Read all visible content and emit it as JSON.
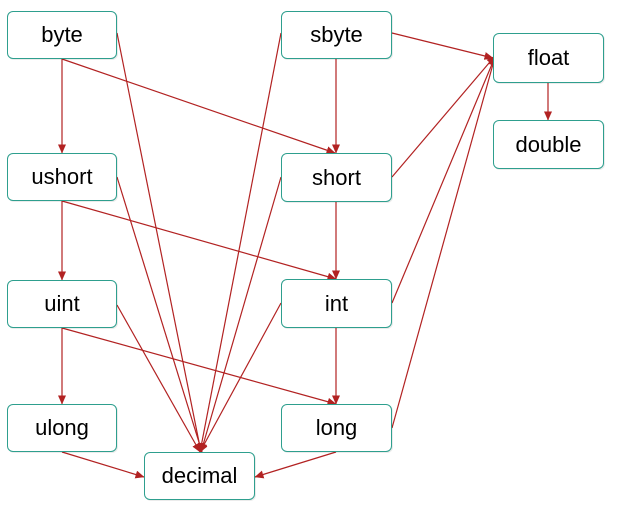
{
  "diagram": {
    "nodes": [
      {
        "id": "byte",
        "label": "byte"
      },
      {
        "id": "sbyte",
        "label": "sbyte"
      },
      {
        "id": "float",
        "label": "float"
      },
      {
        "id": "double",
        "label": "double"
      },
      {
        "id": "ushort",
        "label": "ushort"
      },
      {
        "id": "short",
        "label": "short"
      },
      {
        "id": "uint",
        "label": "uint"
      },
      {
        "id": "int",
        "label": "int"
      },
      {
        "id": "ulong",
        "label": "ulong"
      },
      {
        "id": "long",
        "label": "long"
      },
      {
        "id": "decimal",
        "label": "decimal"
      }
    ],
    "edges": [
      {
        "from": "byte",
        "to": "ushort"
      },
      {
        "from": "byte",
        "to": "short"
      },
      {
        "from": "byte",
        "to": "decimal"
      },
      {
        "from": "sbyte",
        "to": "short"
      },
      {
        "from": "sbyte",
        "to": "float"
      },
      {
        "from": "sbyte",
        "to": "decimal"
      },
      {
        "from": "float",
        "to": "double"
      },
      {
        "from": "ushort",
        "to": "uint"
      },
      {
        "from": "ushort",
        "to": "int"
      },
      {
        "from": "ushort",
        "to": "decimal"
      },
      {
        "from": "short",
        "to": "int"
      },
      {
        "from": "short",
        "to": "float"
      },
      {
        "from": "short",
        "to": "decimal"
      },
      {
        "from": "uint",
        "to": "ulong"
      },
      {
        "from": "uint",
        "to": "long"
      },
      {
        "from": "uint",
        "to": "decimal"
      },
      {
        "from": "int",
        "to": "long"
      },
      {
        "from": "int",
        "to": "float"
      },
      {
        "from": "int",
        "to": "decimal"
      },
      {
        "from": "ulong",
        "to": "decimal"
      },
      {
        "from": "long",
        "to": "decimal"
      },
      {
        "from": "long",
        "to": "float"
      }
    ],
    "colors": {
      "node_border": "#2e9f8e",
      "edge": "#b22222"
    }
  }
}
